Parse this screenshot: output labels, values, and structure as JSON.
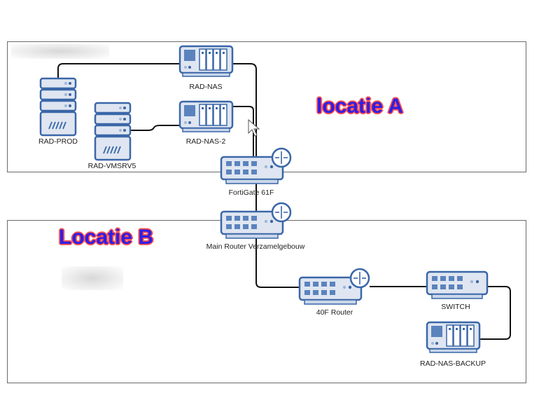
{
  "zones": [
    {
      "id": "location-a",
      "title": "locatie A"
    },
    {
      "id": "location-b",
      "title": "Locatie B"
    }
  ],
  "devices": {
    "rad_nas": {
      "label": "RAD-NAS",
      "type": "nas"
    },
    "rad_nas_2": {
      "label": "RAD-NAS-2",
      "type": "nas"
    },
    "rad_prod": {
      "label": "RAD-PROD",
      "type": "server"
    },
    "rad_vmsrv5": {
      "label": "RAD-VMSRV5",
      "type": "server"
    },
    "fortigate": {
      "label": "FortiGate 61F",
      "type": "router"
    },
    "main_router": {
      "label": "Main Router Verzamelgebouw",
      "type": "router"
    },
    "router_40f": {
      "label": "40F Router",
      "type": "router"
    },
    "switch": {
      "label": "SWITCH",
      "type": "switch"
    },
    "rad_nas_backup": {
      "label": "RAD-NAS-BACKUP",
      "type": "nas"
    }
  },
  "connections": [
    [
      "RAD-PROD",
      "RAD-NAS"
    ],
    [
      "RAD-NAS",
      "FortiGate 61F"
    ],
    [
      "RAD-VMSRV5",
      "RAD-NAS-2"
    ],
    [
      "RAD-NAS-2",
      "FortiGate 61F"
    ],
    [
      "FortiGate 61F",
      "Main Router Verzamelgebouw"
    ],
    [
      "Main Router Verzamelgebouw",
      "40F Router"
    ],
    [
      "40F Router",
      "SWITCH"
    ],
    [
      "SWITCH",
      "RAD-NAS-BACKUP"
    ]
  ],
  "colors": {
    "device_fill": "#dfe6f1",
    "device_stroke": "#3a67a8",
    "device_accent": "#5b83bd",
    "title_fill": "#2b1fe8",
    "title_outline": "#ff4a4a"
  }
}
